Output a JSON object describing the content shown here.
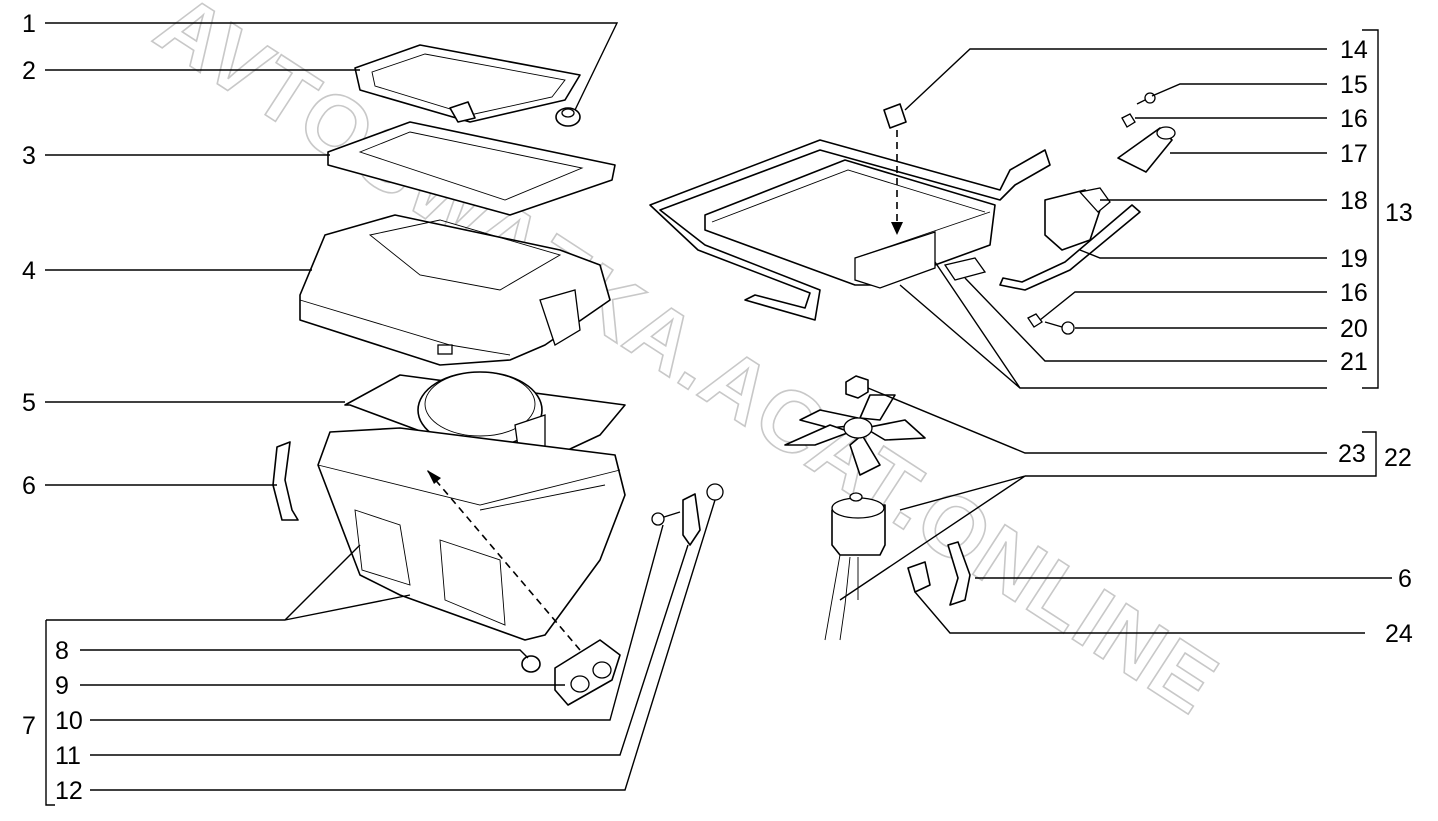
{
  "watermark": "AVTOSWAZKA.ACAT.ONLINE",
  "callouts": {
    "n1": "1",
    "n2": "2",
    "n3": "3",
    "n4": "4",
    "n5": "5",
    "n6_left": "6",
    "n7": "7",
    "n8": "8",
    "n9": "9",
    "n10": "10",
    "n11": "11",
    "n12": "12",
    "n13": "13",
    "n14": "14",
    "n15": "15",
    "n16_top": "16",
    "n17": "17",
    "n18": "18",
    "n19": "19",
    "n16_bottom": "16",
    "n20": "20",
    "n21": "21",
    "n22": "22",
    "n23": "23",
    "n6_right": "6",
    "n24": "24"
  },
  "colors": {
    "line": "#000000",
    "watermark": "#c8c8c8",
    "background": "#ffffff"
  }
}
